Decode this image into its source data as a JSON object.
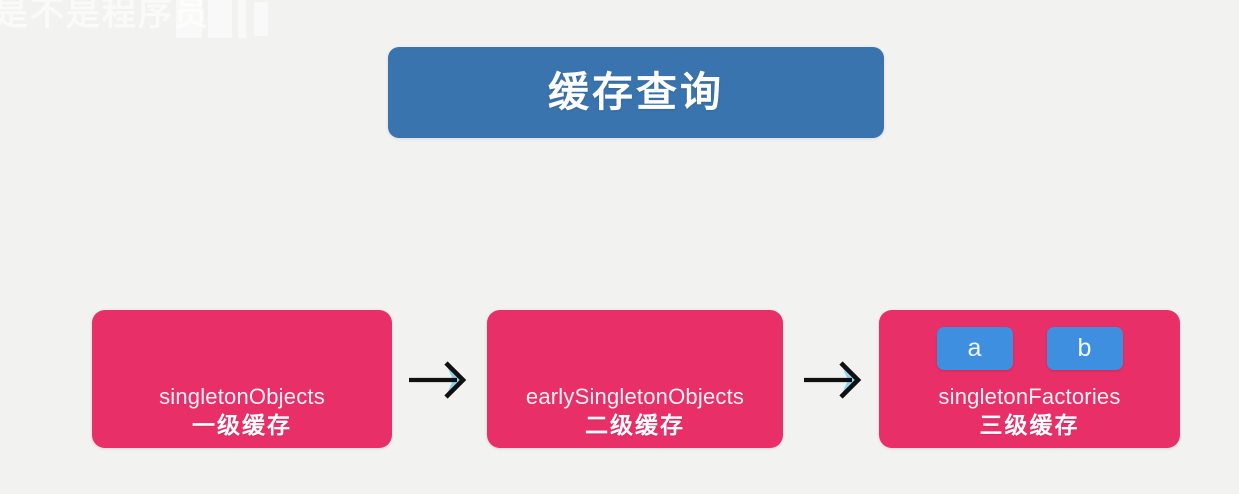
{
  "background_color": "#f2f2f1",
  "watermark": {
    "text": "是不是程序员",
    "color": "#ffffff"
  },
  "title": {
    "label": "缓存查询",
    "box_color": "#3a74ae",
    "text_color": "#ffffff"
  },
  "flow": {
    "box_color": "#e82f68",
    "arrow_color": "#111111",
    "arrow_highlight_color": "#8fd4ef",
    "sub_box_color": "#3f8fe0",
    "boxes": [
      {
        "name": "singletonObjects",
        "level_label": "一级缓存",
        "sub_items": []
      },
      {
        "name": "earlySingletonObjects",
        "level_label": "二级缓存",
        "sub_items": []
      },
      {
        "name": "singletonFactories",
        "level_label": "三级缓存",
        "sub_items": [
          "a",
          "b"
        ]
      }
    ],
    "arrows": [
      {
        "name": "arrow-level1-to-level2"
      },
      {
        "name": "arrow-level2-to-level3"
      }
    ]
  }
}
